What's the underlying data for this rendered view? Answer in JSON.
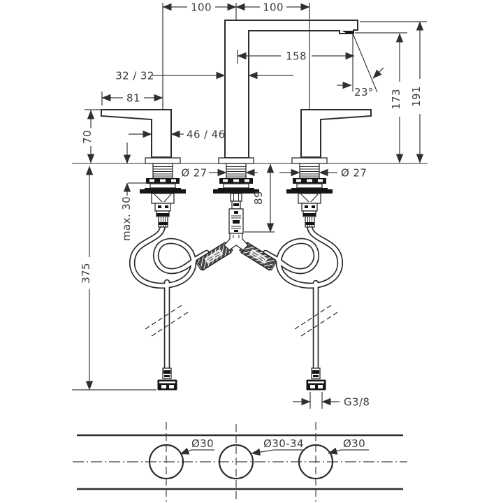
{
  "labels": {
    "dim_100_left": "100",
    "dim_100_right": "100",
    "dim_158": "158",
    "dim_32_32": "32 / 32",
    "dim_23deg": "23°",
    "dim_173": "173",
    "dim_191": "191",
    "dim_81": "81",
    "dim_70": "70",
    "dim_46_46": "46 / 46",
    "dim_o27_mid": "Ø 27",
    "dim_o27_right": "Ø 27",
    "dim_89": "89",
    "dim_max30": "max. 30",
    "dim_375": "375",
    "dim_g38": "G3/8",
    "hole_left": "Ø30",
    "hole_mid": "Ø30-34",
    "hole_right": "Ø30"
  },
  "colors": {
    "line": "#2c2c2c",
    "dim": "#3f3f3f",
    "background": "#ffffff"
  }
}
